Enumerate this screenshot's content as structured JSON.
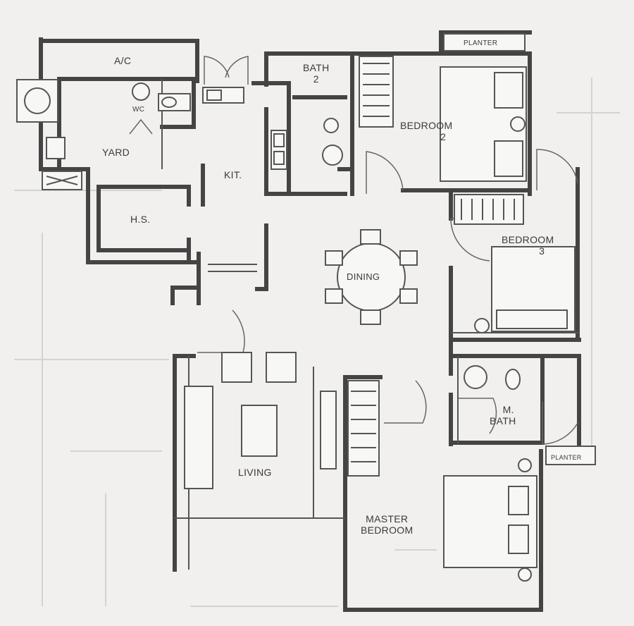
{
  "rooms": {
    "ac": "A/C",
    "wc": "WC",
    "yard": "YARD",
    "kitchen": "KIT.",
    "hs": "H.S.",
    "bath2_line1": "BATH",
    "bath2_line2": "2",
    "bedroom2_line1": "BEDROOM",
    "bedroom2_line2": "2",
    "bedroom3_line1": "BEDROOM",
    "bedroom3_line2": "3",
    "dining": "DINING",
    "mbath_line1": "M.",
    "mbath_line2": "BATH",
    "living": "LIVING",
    "master_line1": "MASTER",
    "master_line2": "BEDROOM",
    "planter_top": "PLANTER",
    "planter_right": "PLANTER"
  }
}
